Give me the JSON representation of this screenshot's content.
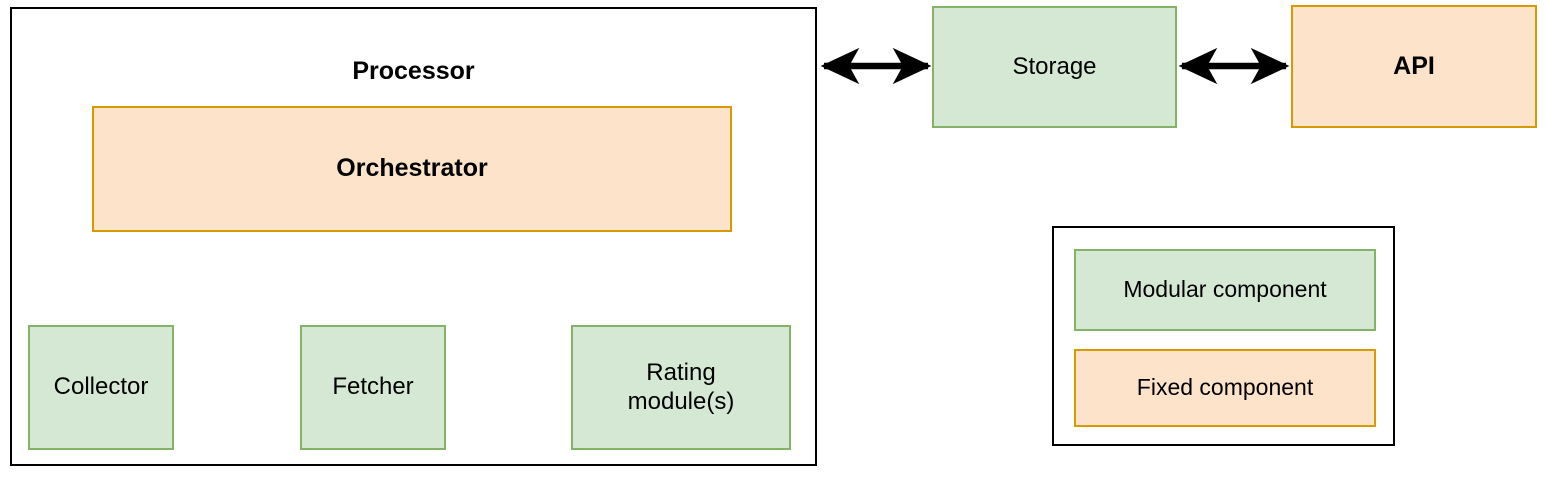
{
  "diagram": {
    "title": "System architecture diagram",
    "colors": {
      "modular_fill": "#d5e8d4",
      "modular_border": "#82b366",
      "fixed_fill": "#fce3c9",
      "fixed_border": "#d79b00",
      "container_border": "#000000",
      "edge": "#000000",
      "background": "#ffffff"
    },
    "nodes": {
      "processor": {
        "label": "Processor",
        "type": "container"
      },
      "orchestrator": {
        "label": "Orchestrator",
        "type": "fixed"
      },
      "collector": {
        "label": "Collector",
        "type": "modular"
      },
      "fetcher": {
        "label": "Fetcher",
        "type": "modular"
      },
      "rating_module": {
        "label": "Rating\nmodule(s)",
        "type": "modular"
      },
      "storage": {
        "label": "Storage",
        "type": "modular"
      },
      "api": {
        "label": "API",
        "type": "fixed"
      }
    },
    "legend": {
      "items": [
        {
          "label": "Modular component",
          "type": "modular"
        },
        {
          "label": "Fixed component",
          "type": "fixed"
        }
      ]
    },
    "edges": [
      {
        "from": "orchestrator",
        "to": "collector",
        "style": "s-curve",
        "arrowheads": "both-ends"
      },
      {
        "from": "orchestrator",
        "to": "fetcher",
        "style": "straight",
        "arrowheads": "double"
      },
      {
        "from": "orchestrator",
        "to": "rating_module",
        "style": "s-curve",
        "arrowheads": "both-ends"
      },
      {
        "from": "processor",
        "to": "storage",
        "style": "straight",
        "arrowheads": "double"
      },
      {
        "from": "storage",
        "to": "api",
        "style": "straight",
        "arrowheads": "double"
      }
    ]
  }
}
